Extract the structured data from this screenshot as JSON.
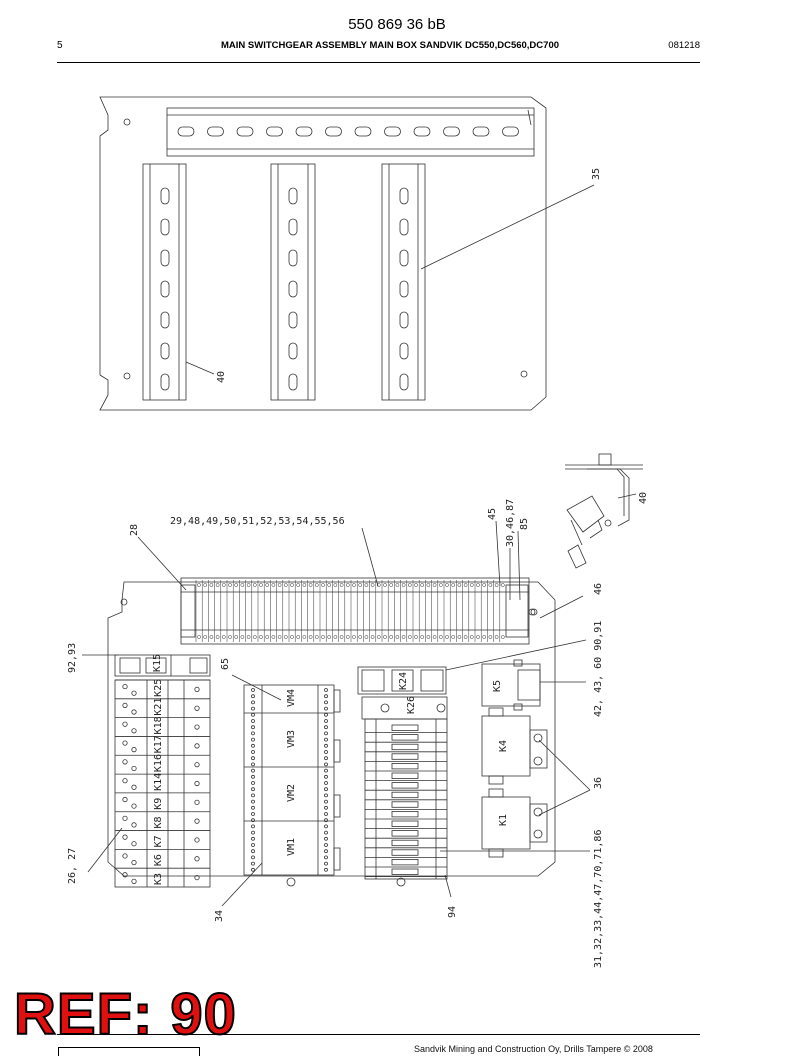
{
  "header": {
    "doc_number": "550 869 36 bB",
    "page": "5",
    "title": "MAIN SWITCHGEAR ASSEMBLY MAIN BOX SANDVIK DC550,DC560,DC700",
    "date": "081218"
  },
  "callouts": {
    "c35": "35",
    "c40a": "40",
    "c40b": "40",
    "c28": "28",
    "c29": "29,48,49,50,51,52,53,54,55,56",
    "c45": "45",
    "c30": "30,46,87",
    "c85": "85",
    "c46": "46",
    "c92": "92,93",
    "c65": "65",
    "c42": "42, 43, 60 90,91",
    "c36": "36",
    "c26": "26, 27",
    "c34": "34",
    "c94": "94",
    "c31": "31,32,33,44,47,70,71,86"
  },
  "components": {
    "k15": "K15",
    "k24": "K24",
    "k26": "K26",
    "k5": "K5",
    "k4": "K4",
    "k1": "K1",
    "relays": [
      "K3",
      "K6",
      "K7",
      "K8",
      "K9",
      "K14",
      "K16",
      "K17",
      "K18",
      "K21",
      "K25"
    ],
    "modules": [
      "VM1",
      "VM2",
      "VM3",
      "VM4"
    ]
  },
  "footer": {
    "ref_badge": "REF: 90",
    "copyright": "Sandvik Mining and Construction Oy, Drills Tampere © 2008"
  }
}
